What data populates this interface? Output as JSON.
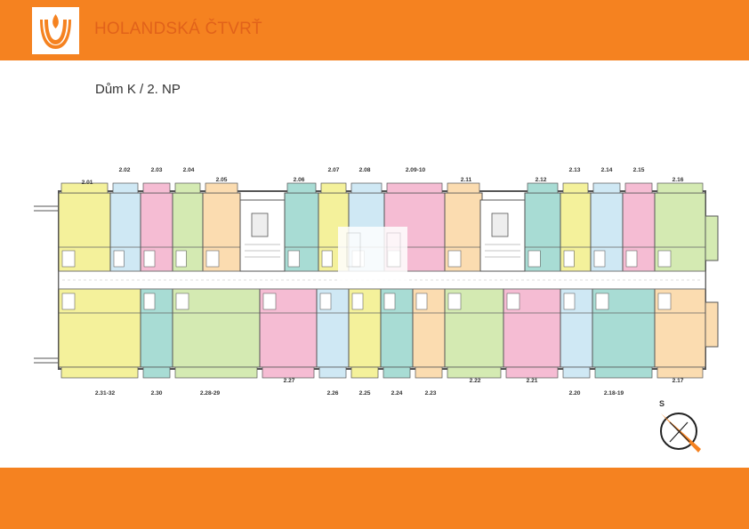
{
  "header": {
    "brand_title": "HOLANDSKÁ ČTVRŤ",
    "logo_icon": "tulip-logo-icon",
    "brand_color": "#f58220"
  },
  "page": {
    "title": "Dům K / 2. NP"
  },
  "plan": {
    "top_units": [
      "2.01",
      "2.02",
      "2.03",
      "2.04",
      "2.05",
      "2.06",
      "2.07",
      "2.08",
      "2.09-10",
      "2.11",
      "2.12",
      "2.13",
      "2.14",
      "2.15",
      "2.16"
    ],
    "bottom_units": [
      "2.31-32",
      "2.30",
      "2.28-29",
      "2.27",
      "2.26",
      "2.25",
      "2.24",
      "2.23",
      "2.22",
      "2.21",
      "2.20",
      "2.18-19",
      "2.17"
    ],
    "unit_colors": {
      "yellow": "#f4f19b",
      "blue": "#cfe8f4",
      "pink": "#f5bcd3",
      "green": "#d4eab2",
      "peach": "#fbdcb0",
      "teal": "#a8dcd4"
    }
  },
  "compass": {
    "label": "S",
    "icon": "compass-icon"
  }
}
